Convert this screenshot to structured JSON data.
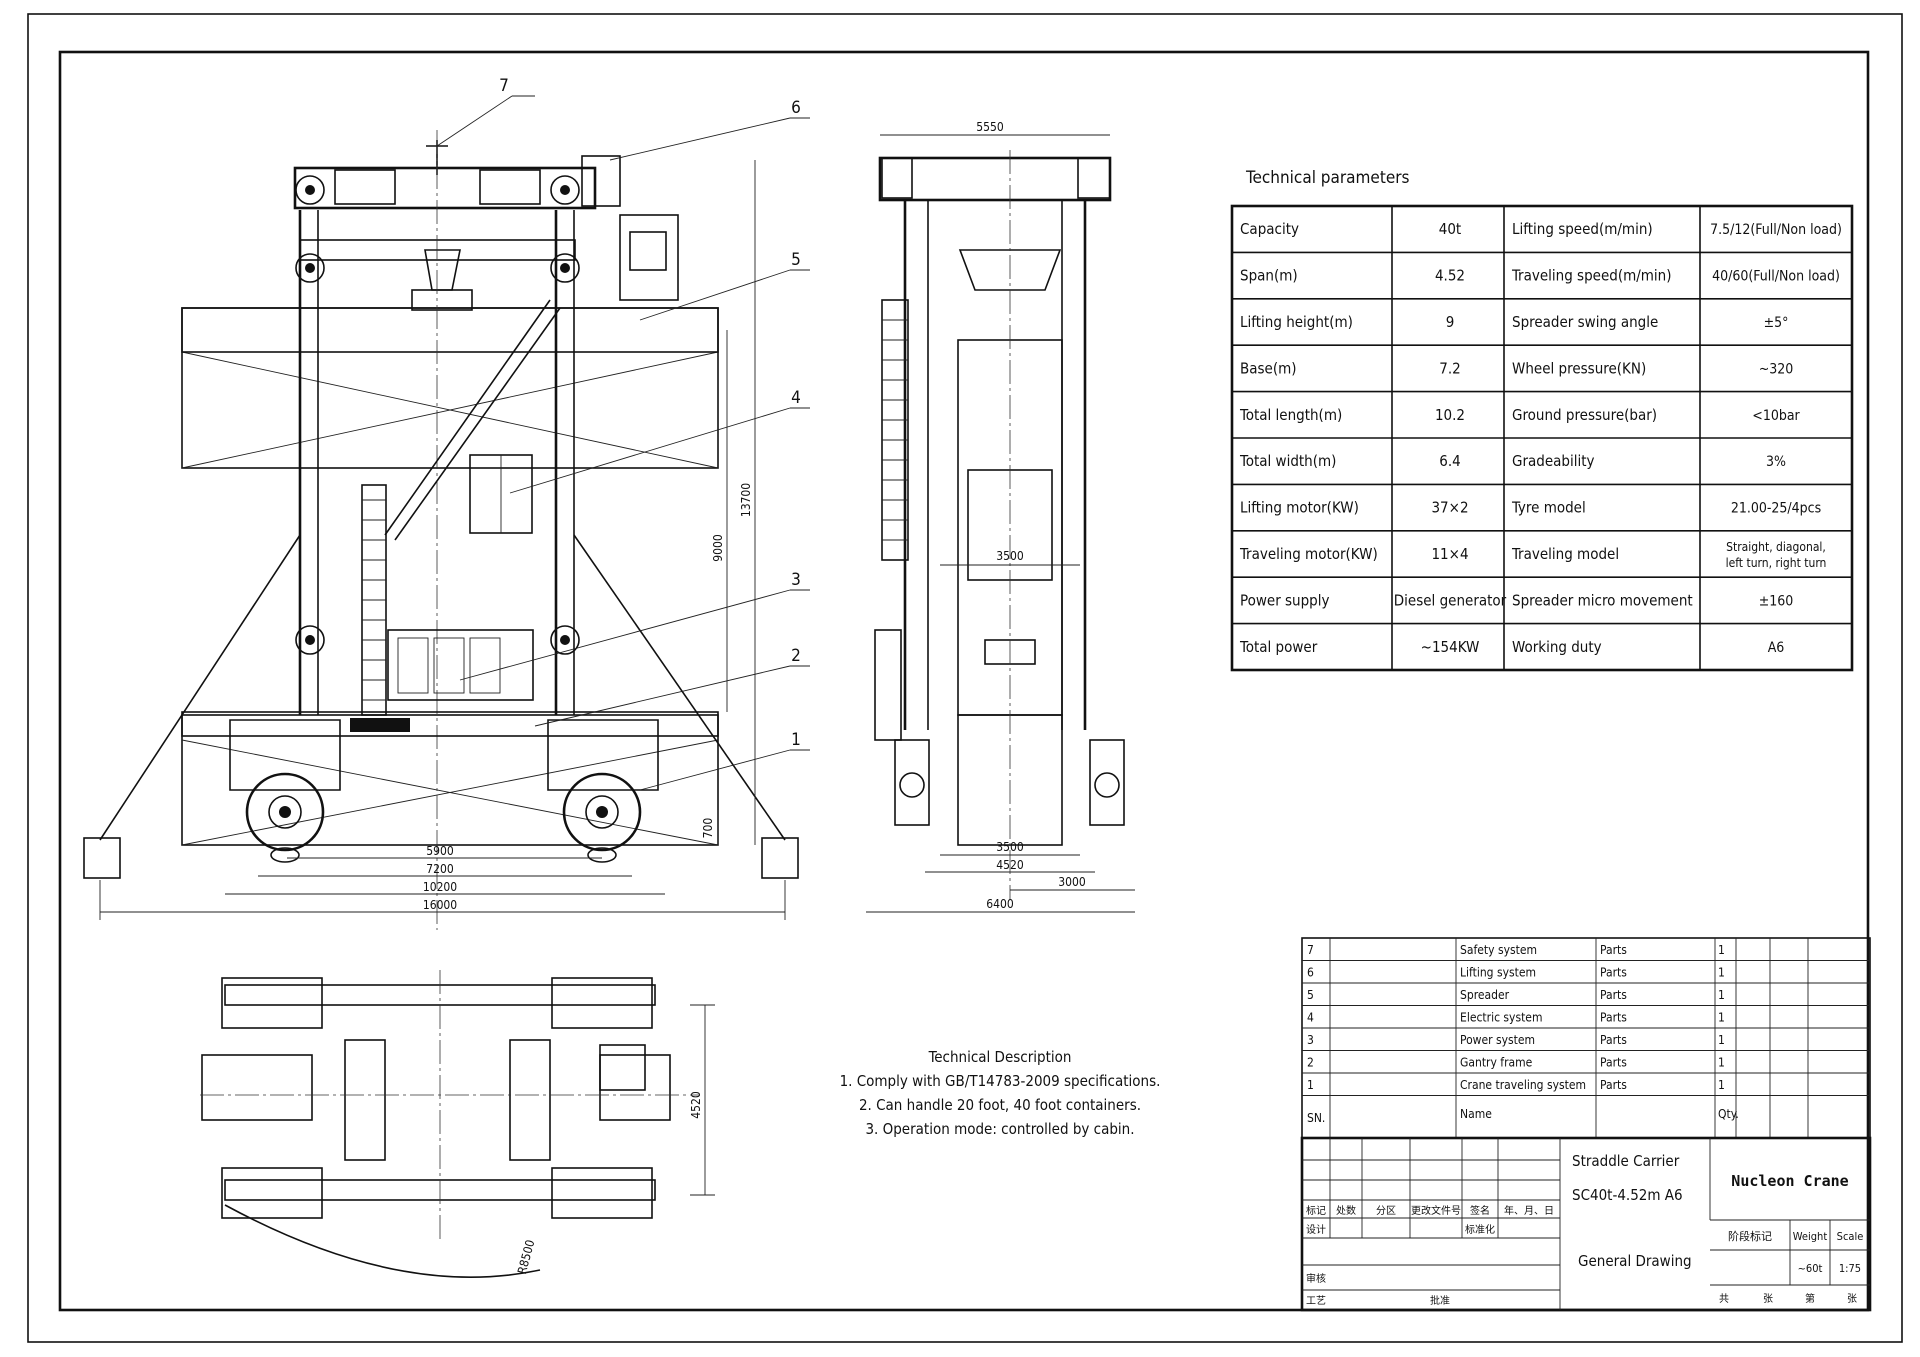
{
  "drawing": {
    "front_view": {
      "callouts": [
        "1",
        "2",
        "3",
        "4",
        "5",
        "6",
        "7"
      ],
      "dims": [
        "5900",
        "7200",
        "10200",
        "16000",
        "9000",
        "13700",
        "700"
      ]
    },
    "side_view": {
      "dims": [
        "5550",
        "3500",
        "3500",
        "4520",
        "3000",
        "6400"
      ]
    },
    "plan_view": {
      "dims": [
        "4520",
        "R8500"
      ]
    },
    "tech_params": {
      "title": "Technical parameters",
      "rows": [
        [
          "Capacity",
          "40t",
          "Lifting speed(m/min)",
          "7.5/12(Full/Non load)"
        ],
        [
          "Span(m)",
          "4.52",
          "Traveling speed(m/min)",
          "40/60(Full/Non load)"
        ],
        [
          "Lifting height(m)",
          "9",
          "Spreader swing angle",
          "±5°"
        ],
        [
          "Base(m)",
          "7.2",
          "Wheel pressure(KN)",
          "~320"
        ],
        [
          "Total length(m)",
          "10.2",
          "Ground pressure(bar)",
          "<10bar"
        ],
        [
          "Total width(m)",
          "6.4",
          "Gradeability",
          "3%"
        ],
        [
          "Lifting motor(KW)",
          "37×2",
          "Tyre model",
          "21.00-25/4pcs"
        ],
        [
          "Traveling motor(KW)",
          "11×4",
          "Traveling model",
          "Straight, diagonal, left turn, right turn"
        ],
        [
          "Power supply",
          "Diesel generator",
          "Spreader micro movement",
          "±160"
        ],
        [
          "Total power",
          "~154KW",
          "Working duty",
          "A6"
        ]
      ]
    },
    "tech_desc": {
      "title": "Technical Description",
      "lines": [
        "1. Comply with GB/T14783-2009 specifications.",
        "2. Can handle 20 foot, 40 foot containers.",
        "3. Operation mode: controlled by cabin."
      ]
    },
    "bom": {
      "rows": [
        [
          "7",
          "Safety system",
          "Parts",
          "1"
        ],
        [
          "6",
          "Lifting system",
          "Parts",
          "1"
        ],
        [
          "5",
          "Spreader",
          "Parts",
          "1"
        ],
        [
          "4",
          "Electric system",
          "Parts",
          "1"
        ],
        [
          "3",
          "Power system",
          "Parts",
          "1"
        ],
        [
          "2",
          "Gantry frame",
          "Parts",
          "1"
        ],
        [
          "1",
          "Crane traveling system",
          "Parts",
          "1"
        ]
      ],
      "header": {
        "sn": "SN.",
        "name": "Name",
        "qty": "Qty."
      }
    },
    "title_block": {
      "product": "Straddle Carrier",
      "model": "SC40t-4.52m A6",
      "company": "Nucleon Crane",
      "drawing_name": "General Drawing",
      "weight_label": "Weight",
      "scale_label": "Scale",
      "weight": "~60t",
      "scale": "1:75",
      "stage_label": "阶段标记",
      "rev_labels": [
        "标记",
        "处数",
        "分区",
        "更改文件号",
        "签名",
        "年、月、日"
      ],
      "role_labels": [
        "设计",
        "标准化",
        "审核",
        "工艺",
        "批准"
      ],
      "sheet_labels": [
        "共",
        "张",
        "第",
        "张"
      ]
    }
  }
}
